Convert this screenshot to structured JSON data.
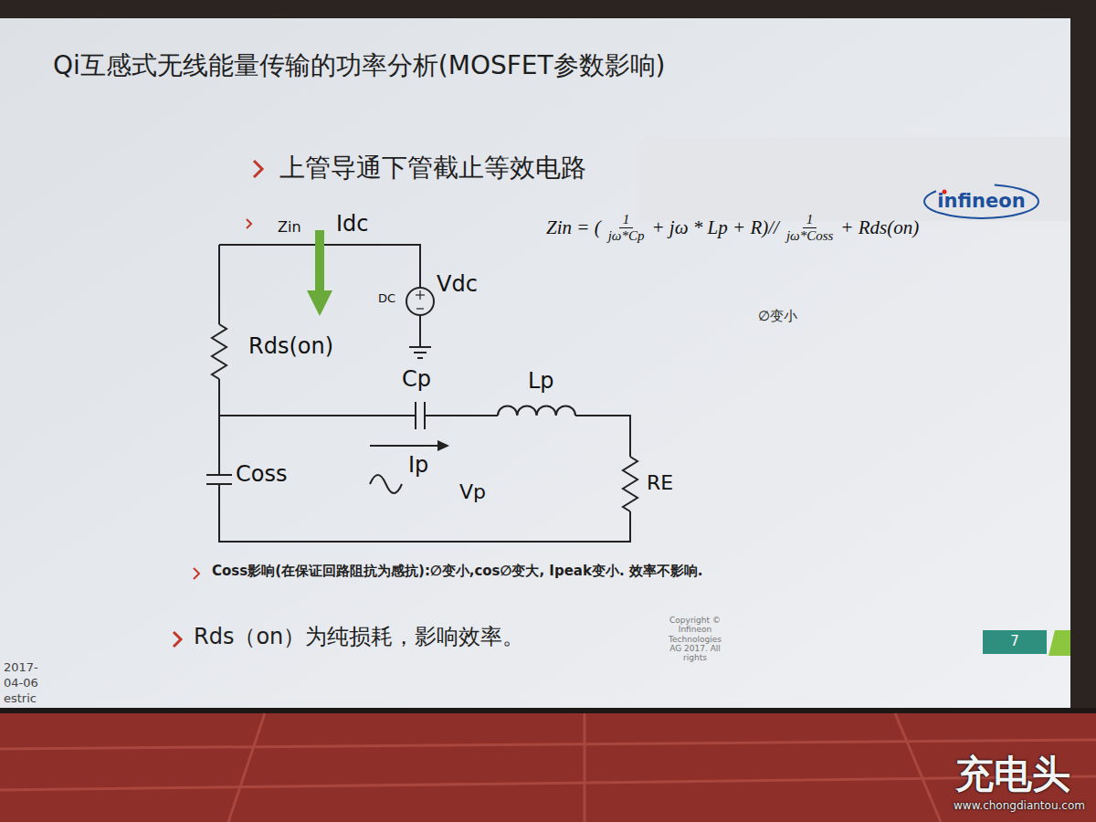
{
  "diagram": {
    "title": "Qi互感式无线能量传输的功率分析(MOSFET参数影响)",
    "nodes": [
      {
        "text": [
          "infineon"
        ]
      },
      {
        "text": [
          "7"
        ]
      }
    ],
    "labels": [
      "上管导通下管截止等效电路",
      "Zin",
      "Idc",
      "Vdc",
      "DC",
      "Rds(on)",
      "Cp",
      "Lp",
      "Ip",
      "Vp",
      "RE",
      "Coss",
      "Zin = (",
      "1",
      "jω*Cp",
      "+ jω * Lp + R)//",
      "1",
      "jω*Coss",
      "+ Rds(on)",
      "∅变小",
      "Coss影响(在保证回路阻抗为感抗):∅变小,cos∅变大, Ipeak变小. 效率不影响.",
      "Rds（on）为纯损耗，影响效率。",
      "Copyright © Infineon Technologies AG 2017. All rights",
      "2017-",
      "04-06",
      "estric",
      "充电头",
      "www.chongdiantou.com"
    ]
  }
}
